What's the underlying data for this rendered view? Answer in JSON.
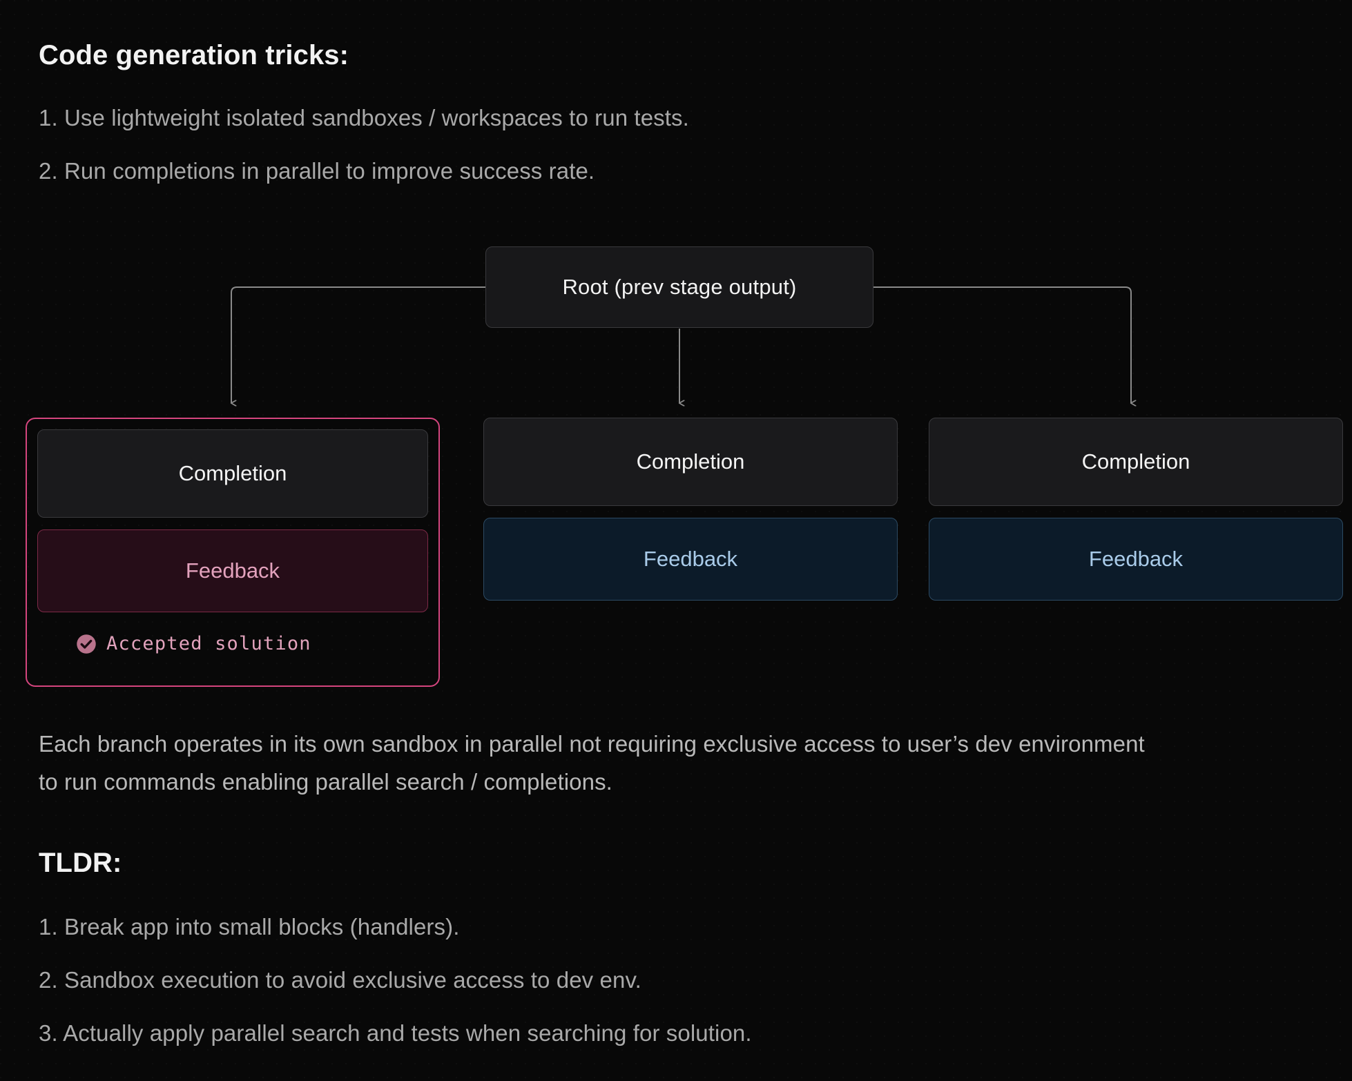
{
  "sections": {
    "codegen": {
      "heading": "Code generation tricks:",
      "items": [
        "1. Use lightweight isolated sandboxes / workspaces to run tests.",
        "2. Run completions in parallel to improve success rate."
      ]
    },
    "caption": "Each branch operates in its own sandbox in parallel not requiring exclusive access to user’s dev environment to run commands enabling parallel search / completions.",
    "tldr": {
      "heading": "TLDR:",
      "items": [
        "1. Break app into small blocks (handlers).",
        "2. Sandbox execution to avoid exclusive access to dev env.",
        "3. Actually apply parallel search and tests when searching for solution."
      ]
    }
  },
  "diagram": {
    "root": {
      "label": "Root (prev stage output)"
    },
    "branches": [
      {
        "id": "branch-1",
        "highlighted": true,
        "completion_label": "Completion",
        "feedback_label": "Feedback",
        "feedback_variant": "pink",
        "status_label": "Accepted solution",
        "status_icon": "check-circle-icon"
      },
      {
        "id": "branch-2",
        "highlighted": false,
        "completion_label": "Completion",
        "feedback_label": "Feedback",
        "feedback_variant": "blue"
      },
      {
        "id": "branch-3",
        "highlighted": false,
        "completion_label": "Completion",
        "feedback_label": "Feedback",
        "feedback_variant": "blue"
      }
    ]
  },
  "colors": {
    "background": "#080808",
    "heading_text": "#f2f2f2",
    "body_text": "#a9a9a9",
    "accent_pink": "#d4457e",
    "pink_text": "#e3a2bd",
    "pink_fill": "#260d18",
    "blue_text": "#a9cbe9",
    "blue_fill": "#0c1b29",
    "blue_border": "#2c4a63",
    "node_fill": "#1a1a1c",
    "node_border": "#3a3a3d",
    "connector": "#8a8a8a"
  }
}
